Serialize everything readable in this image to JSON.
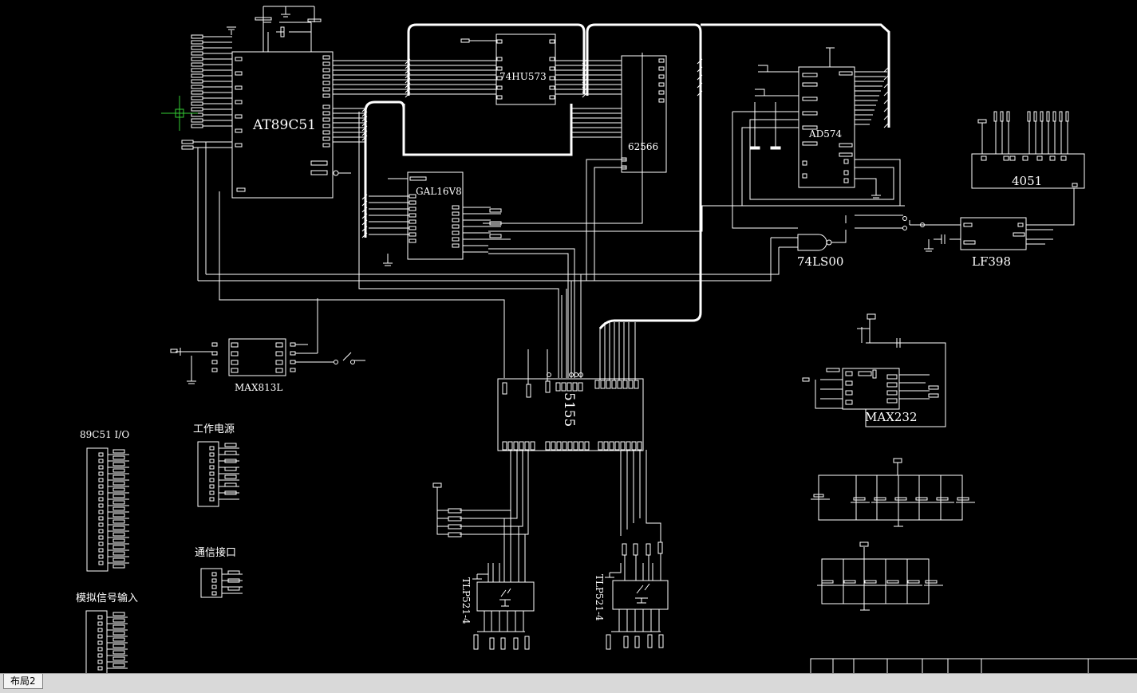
{
  "colors": {
    "background": "#000000",
    "wire": "#ffffff",
    "cursor": "#33cc33",
    "status_bar": "#d9d9d9"
  },
  "components": {
    "at89c51": "AT89C51",
    "hu573": "74HU573",
    "ram62566": "62566",
    "ad574": "AD574",
    "mux4051": "4051",
    "gal16v8": "GAL16V8",
    "ls00": "74LS00",
    "lf398": "LF398",
    "max813l": "MAX813L",
    "chip5155": "5155",
    "max232": "MAX232",
    "tlp521_left": "TLP521-4",
    "tlp521_right": "TLP521-4"
  },
  "connectors": {
    "io": "89C51 I/O",
    "power": "工作电源",
    "comm": "通信接口",
    "analog_in": "模拟信号输入"
  },
  "tabs": {
    "layout2": "布局2"
  }
}
